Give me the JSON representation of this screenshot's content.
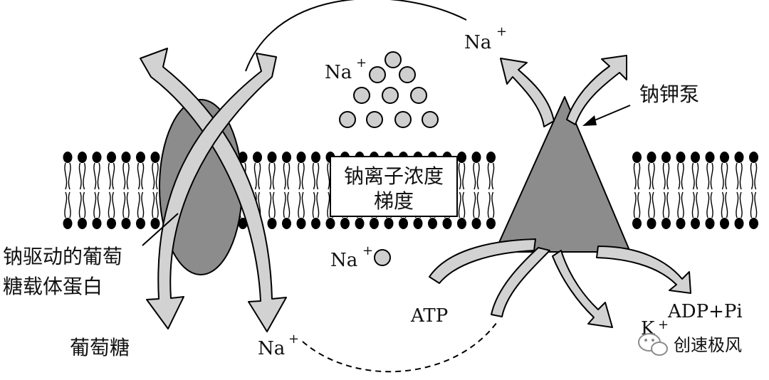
{
  "labels": {
    "na_top_right": "Na",
    "na_top_left": "Na",
    "na_lower_middle": "Na",
    "na_bottom": "Na",
    "k_bottom_right": "K",
    "plus": "+",
    "gradient_line1": "钠离子浓度",
    "gradient_line2": "梯度",
    "pump": "钠钾泵",
    "cotransporter_line1": "钠驱动的葡萄",
    "cotransporter_line2": "糖载体蛋白",
    "glucose": "葡萄糖",
    "atp": "ATP",
    "adp": "ADP+Pi"
  },
  "watermark": {
    "text": "创速极风",
    "icon": "wechat-icon"
  },
  "colors": {
    "protein_fill": "#8c8c8c",
    "arrow_fill": "#d2d2d2",
    "ion_fill": "#cfcfcf",
    "stroke": "#000000"
  }
}
